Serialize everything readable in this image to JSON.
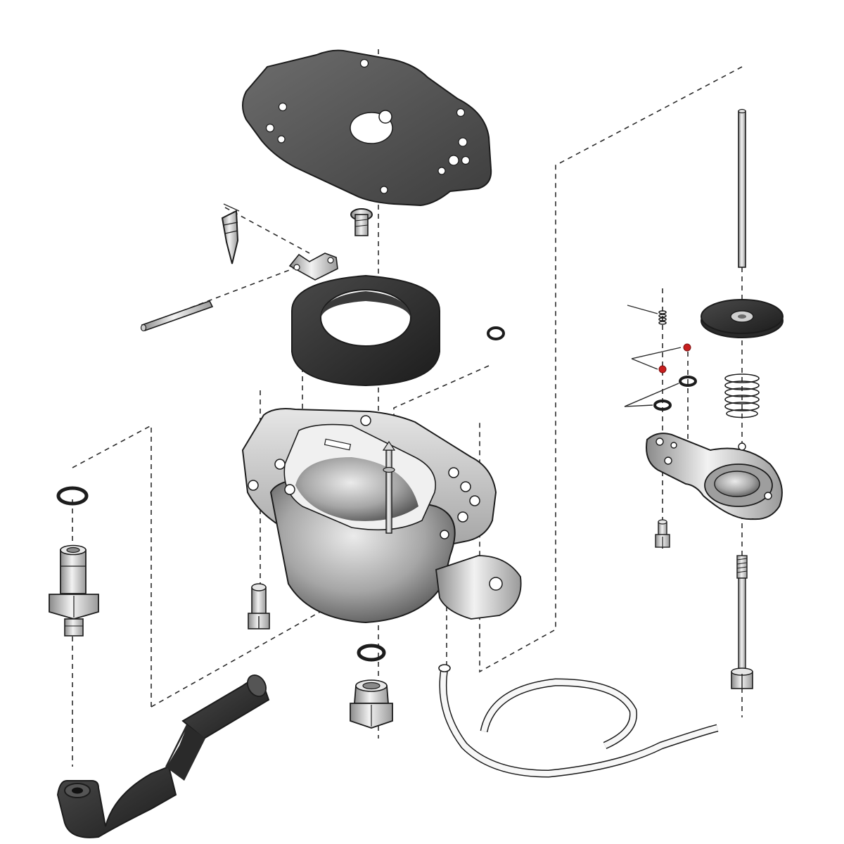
{
  "diagram": {
    "type": "exploded-parts-view",
    "colors": {
      "background": "#ffffff",
      "line": "#1c1c1c",
      "rubber_dark": "#2a2a2a",
      "gasket": "#5a5a5a",
      "metal_light": "#d9d9d9",
      "metal_mid": "#a9a9a9",
      "metal_dark": "#6e6e6e",
      "check_ball": "#c81e1e",
      "clear_tube": "#f7f7f7"
    },
    "parts": [
      "bowl-gasket-plate",
      "float-bowl",
      "float",
      "float-pin",
      "inlet-needle-valve",
      "bowl-screw-top",
      "bowl-screw-left",
      "overflow-oring",
      "drain-plug-oring",
      "drain-plug",
      "fuel-fitting-oring",
      "fuel-fitting",
      "fuel-hose-elbow",
      "overflow-tube",
      "accelerator-pump-rod",
      "pump-diaphragm",
      "pump-spring",
      "check-valve-spring",
      "check-balls",
      "pump-orings",
      "pump-housing",
      "pump-housing-screw",
      "pump-adjust-screw"
    ]
  }
}
